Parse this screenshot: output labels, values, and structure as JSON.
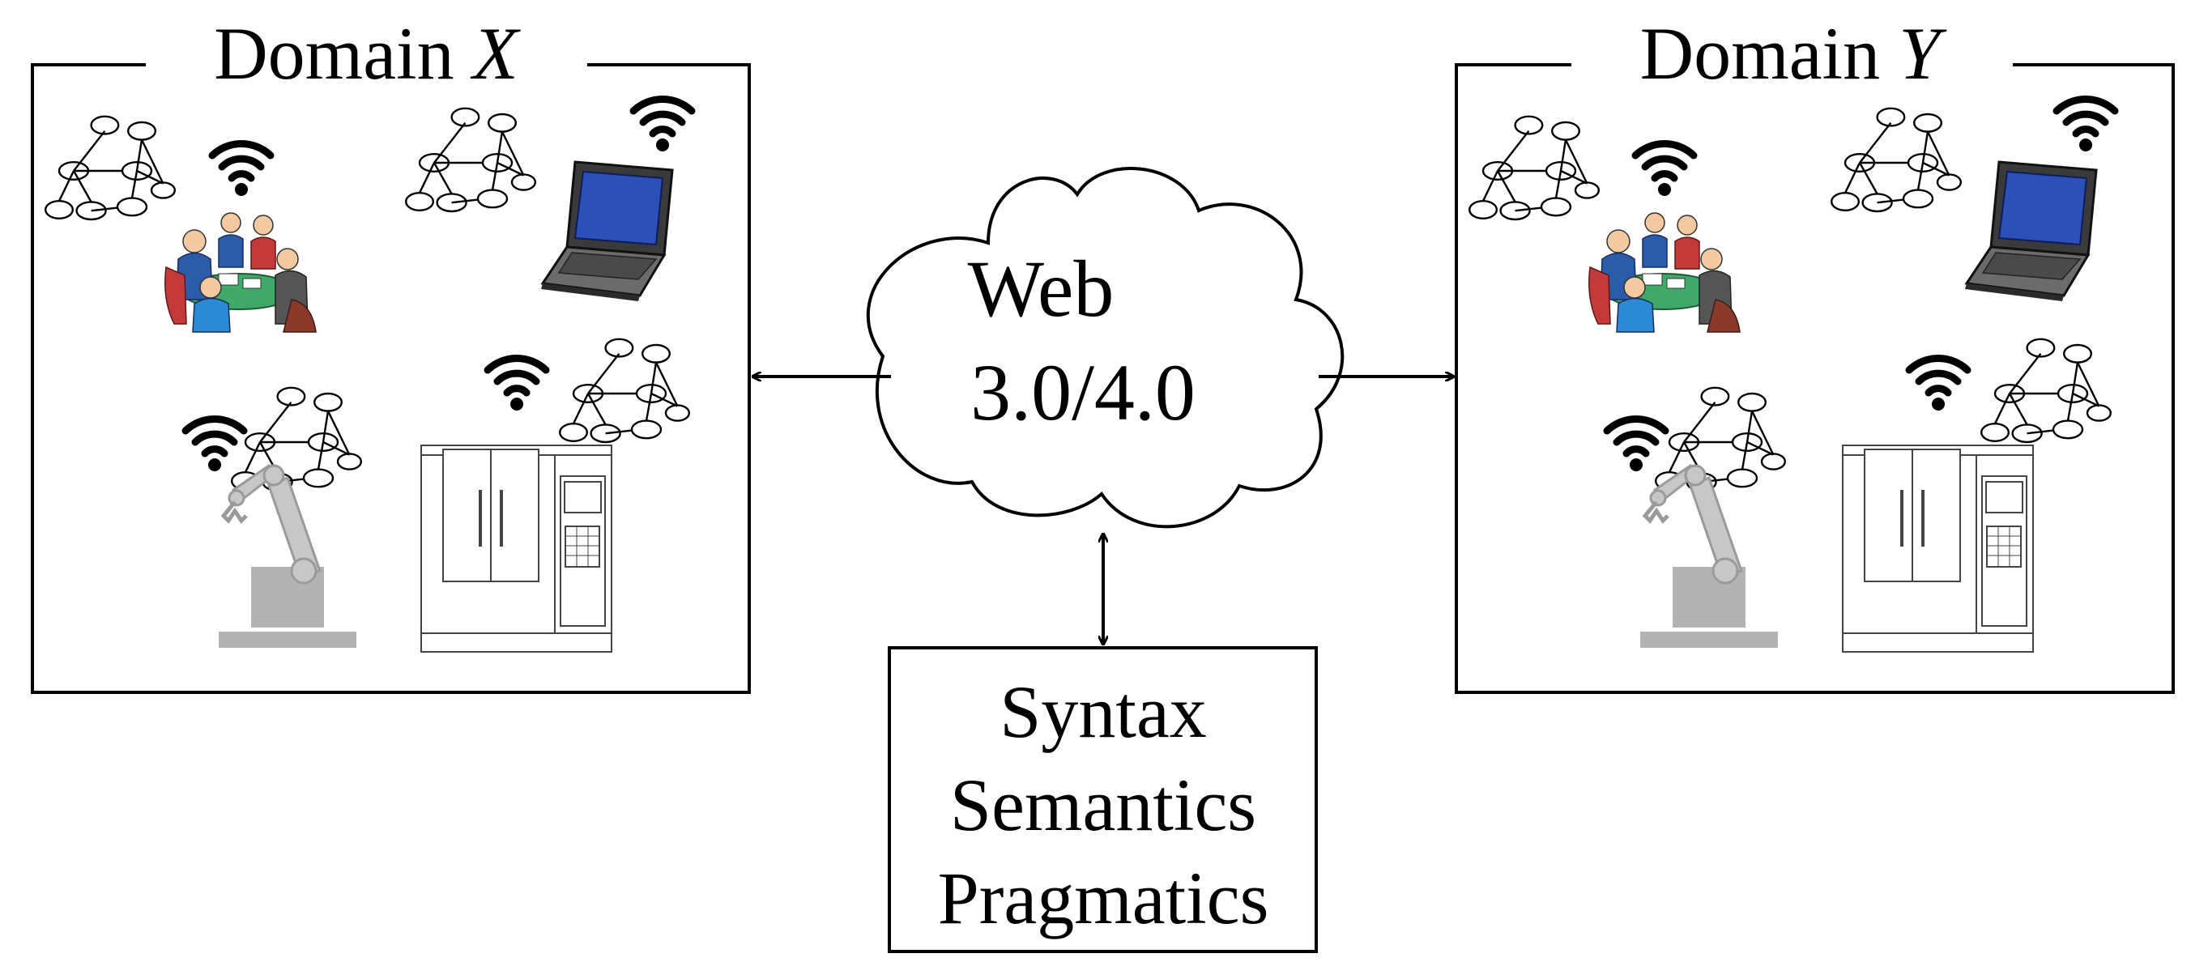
{
  "domains": [
    {
      "prefix": "Domain ",
      "var": "X"
    },
    {
      "prefix": "Domain ",
      "var": "Y"
    }
  ],
  "cloud": {
    "line1": "Web",
    "line2": "3.0/4.0"
  },
  "layers": [
    "Syntax",
    "Semantics",
    "Pragmatics"
  ],
  "icons": [
    "knowledge-graph-icon",
    "wifi-icon",
    "meeting-people-icon",
    "laptop-icon",
    "robot-arm-icon",
    "machine-tool-icon"
  ],
  "colors": {
    "line": "#000000",
    "robot": "#b3b3b3",
    "laptop_screen": "#2d4fb8",
    "laptop_body": "#3a3a3a"
  }
}
